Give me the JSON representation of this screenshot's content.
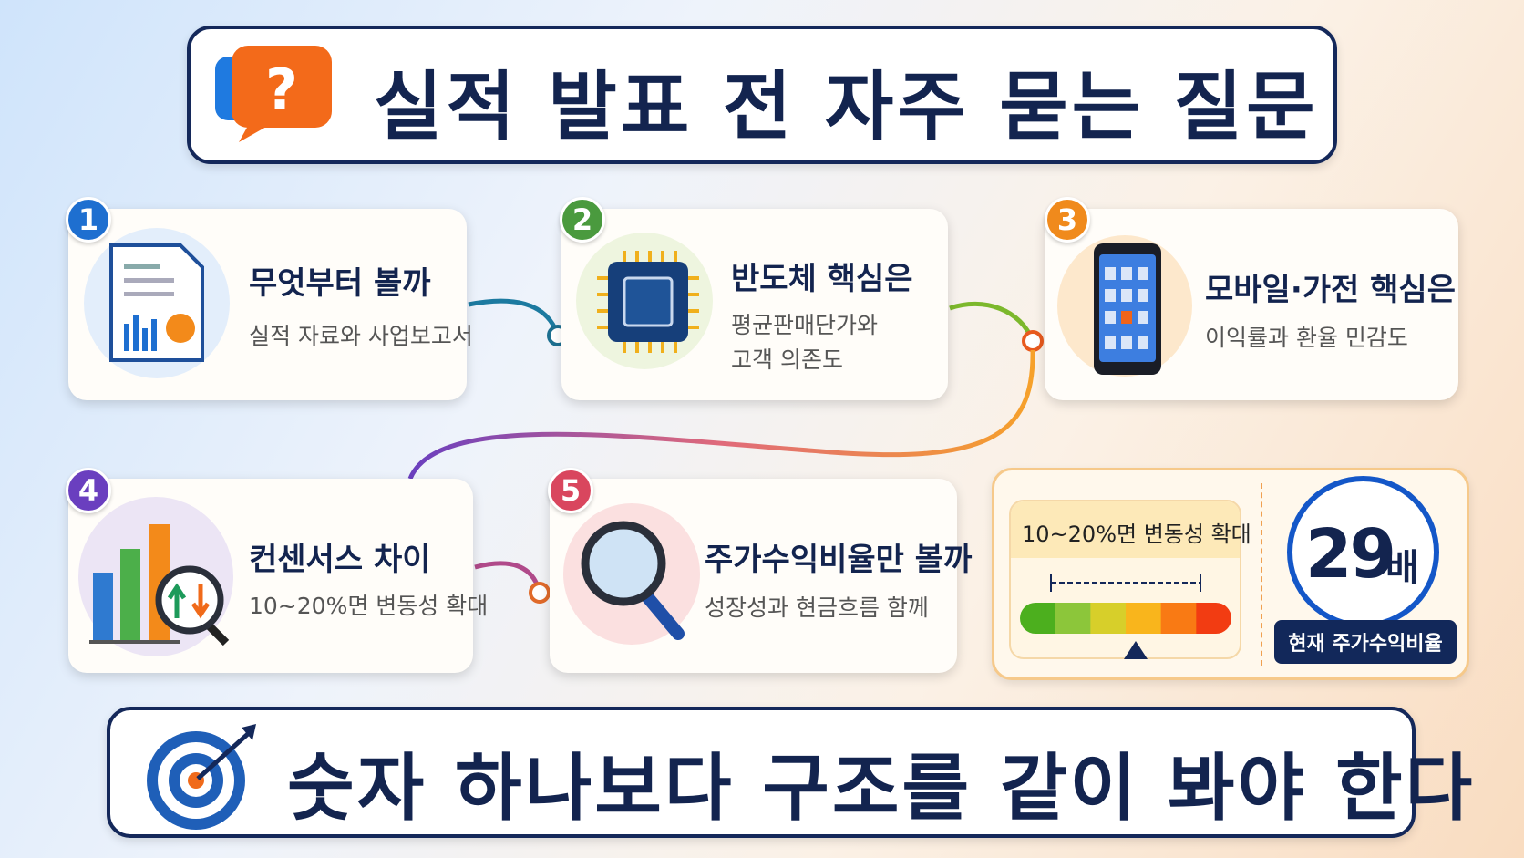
{
  "title": "실적 발표 전 자주 묻는 질문",
  "title_icon": "question-speech-bubble-icon",
  "steps": [
    {
      "number": "1",
      "heading": "무엇부터 볼까",
      "sub": [
        "실적 자료와 사업보고서"
      ],
      "icon": "document-chart-icon",
      "color": "#1e6fd0"
    },
    {
      "number": "2",
      "heading": "반도체 핵심은",
      "sub": [
        "평균판매단가와",
        "고객 의존도"
      ],
      "icon": "chip-icon",
      "color": "#4a9a3e"
    },
    {
      "number": "3",
      "heading": "모바일·가전 핵심은",
      "sub": [
        "이익률과 환율 민감도"
      ],
      "icon": "smartphone-icon",
      "color": "#f08a1c"
    },
    {
      "number": "4",
      "heading": "컨센서스 차이",
      "sub": [
        "10~20%면 변동성 확대"
      ],
      "icon": "bar-chart-magnifier-icon",
      "color": "#6a3fbf"
    },
    {
      "number": "5",
      "heading": "주가수익비율만 볼까",
      "sub": [
        "성장성과 현금흐름 함께"
      ],
      "icon": "magnifier-icon",
      "color": "#d9465e"
    }
  ],
  "gauge": {
    "label": "10~20%면 변동성 확대",
    "colors": [
      "#4caf1e",
      "#8cc63a",
      "#d7cf2a",
      "#f9b51c",
      "#f97a14",
      "#f23c12"
    ]
  },
  "per": {
    "value": "29",
    "unit": "배",
    "caption": "현재 주가수익비율",
    "accent": "#1457c8"
  },
  "conclusion": {
    "text": "숫자 하나보다 구조를 같이 봐야 한다",
    "icon": "target-arrow-icon"
  }
}
